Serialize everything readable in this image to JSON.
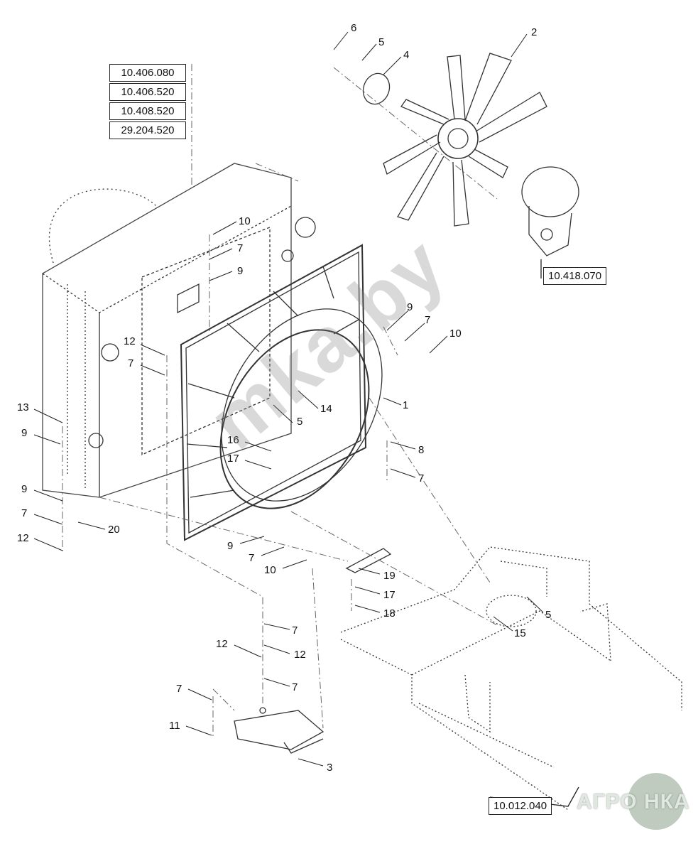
{
  "diagram": {
    "reference_stack": [
      "10.406.080",
      "10.406.520",
      "10.408.520",
      "29.204.520"
    ],
    "reference_fan_drive": "10.418.070",
    "reference_frame": "10.012.040",
    "callouts": {
      "c2": "2",
      "c6": "6",
      "c5a": "5",
      "c4": "4",
      "c10a": "10",
      "c7a": "7",
      "c9a": "9",
      "c9b": "9",
      "c7b": "7",
      "c10b": "10",
      "c12a": "12",
      "c7c": "7",
      "c14": "14",
      "c5b": "5",
      "c1": "1",
      "c13": "13",
      "c9c": "9",
      "c16": "16",
      "c17a": "17",
      "c8": "8",
      "c7d": "7",
      "c9d": "9",
      "c7e": "7",
      "c12b": "12",
      "c20": "20",
      "c9e": "9",
      "c7f": "7",
      "c10c": "10",
      "c19": "19",
      "c17b": "17",
      "c18": "18",
      "c5c": "5",
      "c15": "15",
      "c7g": "7",
      "c12c": "12",
      "c12d": "12",
      "c7h": "7",
      "c7i": "7",
      "c11": "11",
      "c3": "3"
    }
  },
  "watermark": {
    "site": "mka.by",
    "logo": "АГРО НКА"
  }
}
